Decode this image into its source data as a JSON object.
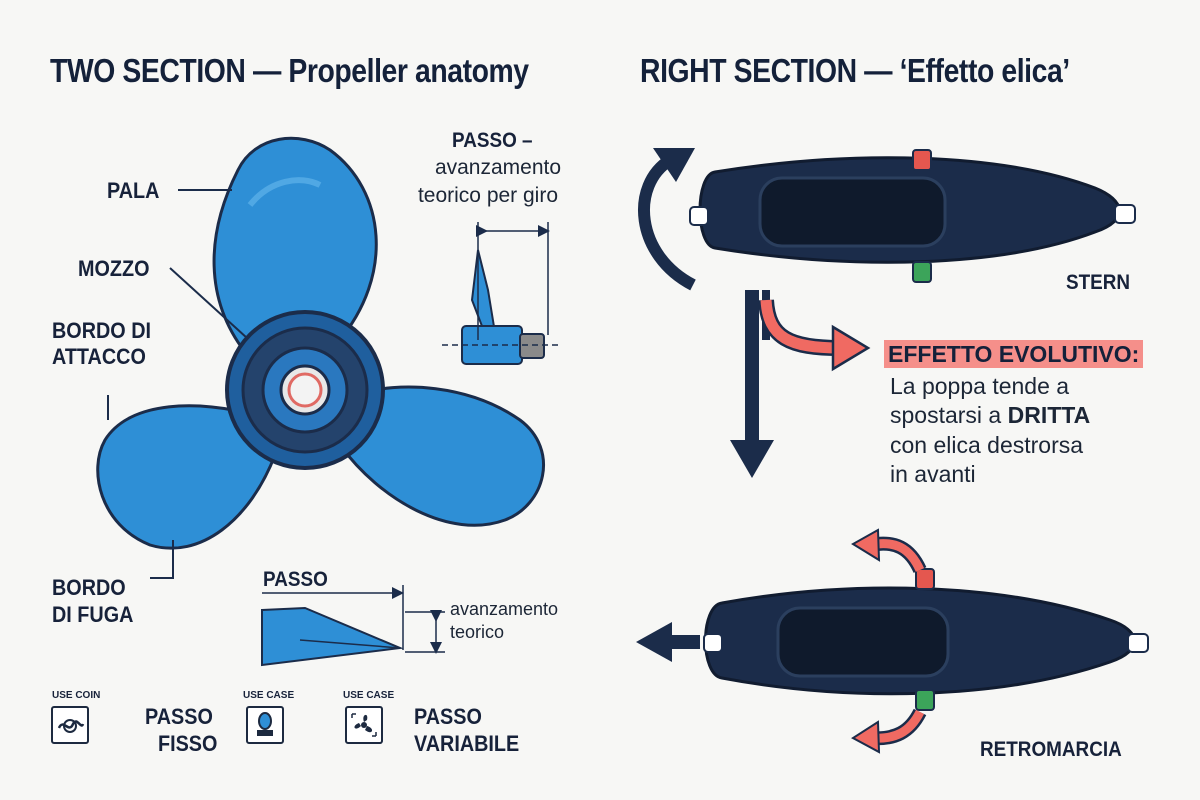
{
  "left": {
    "title": "TWO SECTION — Propeller anatomy",
    "labels": {
      "pala": "PALA",
      "mozzo": "MOZZO",
      "bordo_attacco_1": "BORDO DI",
      "bordo_attacco_2": "ATTACCO",
      "bordo_fuga_1": "BORDO",
      "bordo_fuga_2": "DI FUGA"
    },
    "passo_top": {
      "line1": "PASSO –",
      "line2": "avanzamento",
      "line3": "teorico per giro"
    },
    "passo_bottom": {
      "label": "PASSO",
      "desc1": "avanzamento",
      "desc2": "teorico"
    },
    "legend": [
      {
        "caption": "USE COIN",
        "icon": "rope-knot-icon"
      },
      {
        "caption": "USE CASE",
        "icon": "fixed-pitch-icon"
      },
      {
        "caption": "USE CASE",
        "icon": "variable-pitch-icon"
      }
    ],
    "passo_fisso_1": "PASSO",
    "passo_fisso_2": "FISSO",
    "passo_variabile_1": "PASSO",
    "passo_variabile_2": "VARIABILE"
  },
  "right": {
    "title": "RIGHT SECTION — ‘Effetto elica’",
    "stern": "STERN",
    "effect_title": "EFFETTO EVOLUTIVO:",
    "effect_line1": "La poppa tende a",
    "effect_line2_pre": "spostarsi a ",
    "effect_line2_bold": "DRITTA",
    "effect_line3": "con elica destrorsa",
    "effect_line4": "in avanti",
    "retromarcia": "RETROMARCIA"
  },
  "colors": {
    "propeller": "#2e8fd6",
    "navy": "#1b2c4a",
    "red_arrow": "#f06a62",
    "port_light": "#e4574f",
    "starboard_light": "#3ca45a"
  }
}
